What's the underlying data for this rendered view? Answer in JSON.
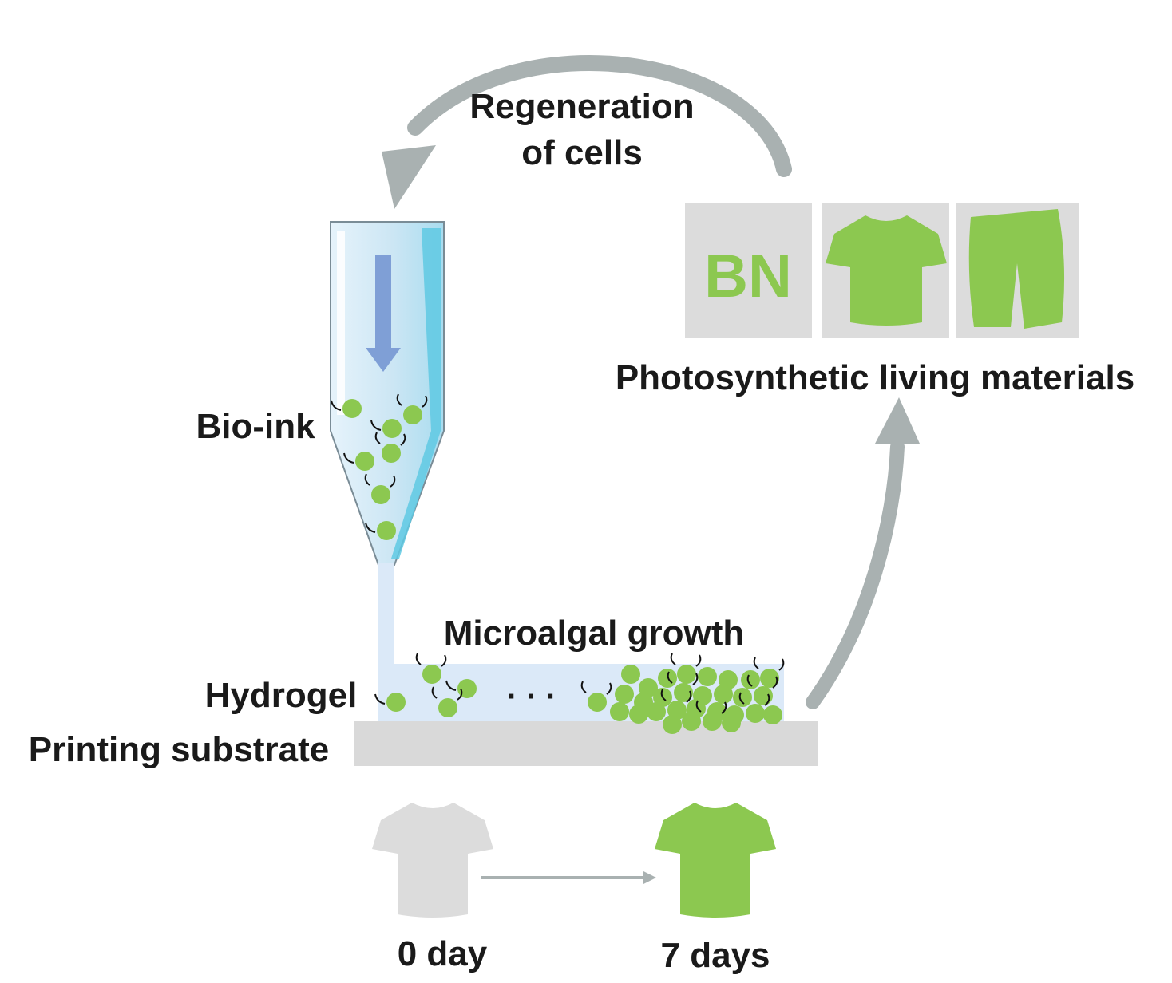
{
  "labels": {
    "regeneration_line1": "Regeneration",
    "regeneration_line2": "of cells",
    "bio_ink": "Bio-ink",
    "photosynthetic": "Photosynthetic living materials",
    "microalgal_growth": "Microalgal growth",
    "hydrogel": "Hydrogel",
    "printing_substrate": "Printing substrate",
    "ellipsis": "· · ·",
    "day0": "0 day",
    "day7": "7 days",
    "bn_logo": "BN"
  },
  "colors": {
    "green": "#8cc850",
    "grey_panel": "#dcdcdc",
    "arrow_grey": "#a9b1b1",
    "hydrogel": "#dbe9f8",
    "tube_fill": "#cfe7f5",
    "tube_cyan": "#5fc9e3",
    "down_arrow": "#7f9fd6",
    "substrate": "#d9d9d9",
    "shirt_grey": "#dcdcdc"
  },
  "icons": {
    "tube": "syringe-tube-icon",
    "shirt": "tshirt-icon",
    "pants": "pants-icon",
    "cell": "microalgae-cell-icon"
  }
}
